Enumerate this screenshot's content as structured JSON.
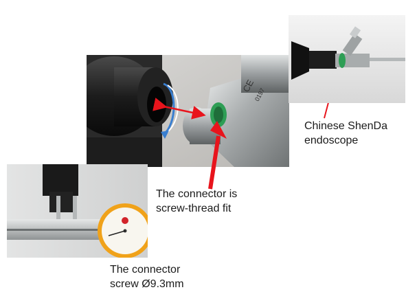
{
  "captions": {
    "endoscope": {
      "line1": "Chinese ShenDa",
      "line2": "endoscope"
    },
    "connector": {
      "line1": "The connector is",
      "line2": "screw-thread fit"
    },
    "caliper": {
      "line1": "The connector",
      "line2": "screw Ø9.3mm"
    }
  },
  "markings": {
    "ce_mark": "CE",
    "ce_number": "0197"
  },
  "colors": {
    "arrow": "#e8141c",
    "rotation_arrow": "#3a7fd0",
    "green_ring": "#2e9e55",
    "gauge_bezel": "#f0a21a",
    "background": "#ffffff"
  }
}
